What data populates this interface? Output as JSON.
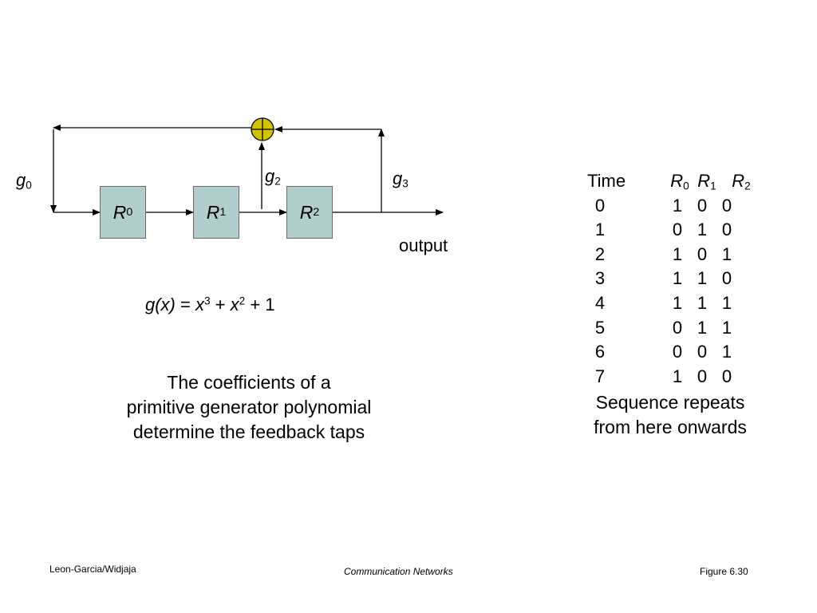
{
  "diagram": {
    "registers": [
      {
        "letter": "R",
        "sub": "0"
      },
      {
        "letter": "R",
        "sub": "1"
      },
      {
        "letter": "R",
        "sub": "2"
      }
    ],
    "taps": {
      "g0": {
        "letter": "g",
        "sub": "0"
      },
      "g2": {
        "letter": "g",
        "sub": "2"
      },
      "g3": {
        "letter": "g",
        "sub": "3"
      }
    },
    "output_label": "output",
    "adder_color": "#d2c300"
  },
  "formula": {
    "lhs": "g(x)",
    "eq": " = ",
    "var1": "x",
    "exp1": "3",
    "plus1": " + ",
    "var2": "x",
    "exp2": "2",
    "tail": " + 1"
  },
  "caption": {
    "line1": "The coefficients of a",
    "line2": "primitive generator polynomial",
    "line3": "determine the feedback taps"
  },
  "table": {
    "time_header": "Time",
    "reg_headers": [
      {
        "letter": "R",
        "sub": "0"
      },
      {
        "letter": "R",
        "sub": "1"
      },
      {
        "letter": "R",
        "sub": "2"
      }
    ],
    "rows": [
      {
        "time": "0",
        "r0": "1",
        "r1": "0",
        "r2": "0"
      },
      {
        "time": "1",
        "r0": "0",
        "r1": "1",
        "r2": "0"
      },
      {
        "time": "2",
        "r0": "1",
        "r1": "0",
        "r2": "1"
      },
      {
        "time": "3",
        "r0": "1",
        "r1": "1",
        "r2": "0"
      },
      {
        "time": "4",
        "r0": "1",
        "r1": "1",
        "r2": "1"
      },
      {
        "time": "5",
        "r0": "0",
        "r1": "1",
        "r2": "1"
      },
      {
        "time": "6",
        "r0": "0",
        "r1": "0",
        "r2": "1"
      },
      {
        "time": "7",
        "r0": "1",
        "r1": "0",
        "r2": "0"
      }
    ],
    "note_line1": "Sequence repeats",
    "note_line2": "from here onwards"
  },
  "footer": {
    "left": "Leon-Garcia/Widjaja",
    "center": "Communication Networks",
    "right": "Figure 6.30"
  }
}
